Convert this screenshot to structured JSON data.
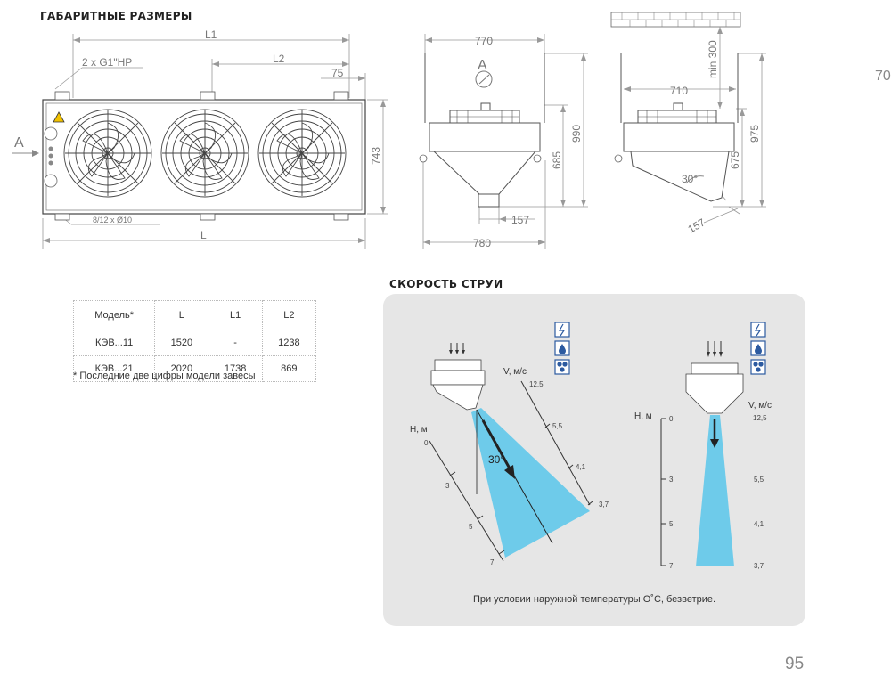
{
  "section_dims": {
    "title": "ГАБАРИТНЫЕ РАЗМЕРЫ"
  },
  "front_view": {
    "L1": "L1",
    "L2": "L2",
    "L": "L",
    "pipe": "2 x G1\"HP",
    "d75": "75",
    "d743": "743",
    "holes": "8/12 x Ø10",
    "arrow_a": "A"
  },
  "side_view_1": {
    "w770": "770",
    "a_label": "A",
    "h990": "990",
    "h685": "685",
    "d157": "157",
    "w780": "780"
  },
  "side_view_2": {
    "min300": "min 300",
    "w710": "710",
    "h975": "975",
    "h675": "675",
    "angle": "30°",
    "d157": "157"
  },
  "table": {
    "headers": [
      "Модель*",
      "L",
      "L1",
      "L2"
    ],
    "rows": [
      [
        "КЭВ...11",
        "1520",
        "-",
        "1238"
      ],
      [
        "КЭВ...21",
        "2020",
        "1738",
        "869"
      ]
    ],
    "note": "* Последние две цифры модели завесы"
  },
  "section_jet": {
    "title": "СКОРОСТЬ СТРУИ"
  },
  "jet_left": {
    "h_label": "H, м",
    "v_label": "V, м/с",
    "h_ticks": [
      "0",
      "3",
      "5",
      "7"
    ],
    "v_ticks": [
      "12,5",
      "5,5",
      "4,1",
      "3,7"
    ],
    "angle": "30°"
  },
  "jet_right": {
    "h_label": "H, м",
    "v_label": "V, м/с",
    "h_ticks": [
      "0",
      "3",
      "5",
      "7"
    ],
    "v_ticks": [
      "12,5",
      "5,5",
      "4,1",
      "3,7"
    ]
  },
  "caption": "При условии наружной температуры О˚С, безветрие.",
  "page_number": "95",
  "edge_text": "70",
  "colors": {
    "jet": "#6ecbea",
    "panel": "#e6e6e6",
    "badge": "#2c5aa0",
    "warning": "#f2c200"
  },
  "icons": [
    "electric-heat-icon",
    "water-heat-icon",
    "fan-only-icon"
  ]
}
